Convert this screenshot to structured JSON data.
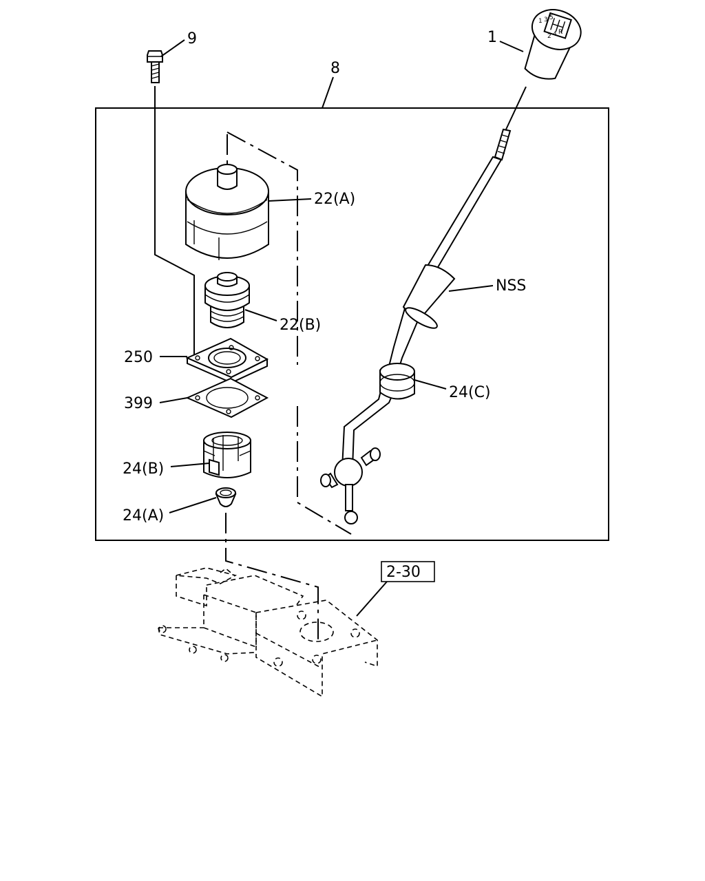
{
  "callouts": {
    "c1": "1",
    "c8": "8",
    "c9": "9",
    "c22a": "22(A)",
    "c22b": "22(B)",
    "c250": "250",
    "c399": "399",
    "c24b": "24(B)",
    "c24a": "24(A)",
    "nss": "NSS",
    "c24c": "24(C)",
    "ref230": "2-30"
  },
  "knob_pattern": [
    "1",
    "3",
    "5",
    "2",
    "4",
    "R"
  ],
  "colors": {
    "line": "#000000",
    "background": "#ffffff"
  }
}
